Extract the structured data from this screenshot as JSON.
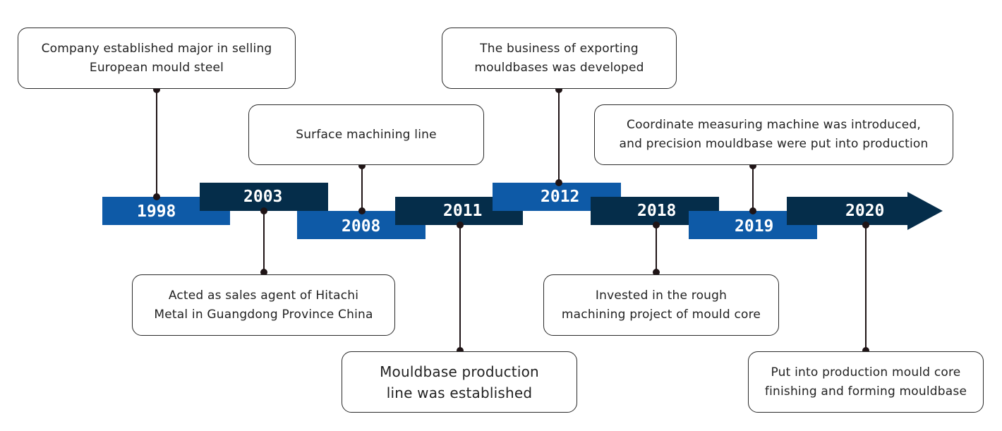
{
  "colors": {
    "blue": "#0e5aa7",
    "navy": "#052d4a",
    "fold": "#1d1d1d",
    "line": "#1f1416",
    "box_border": "#2a2a2a"
  },
  "timeline": {
    "years": [
      "1998",
      "2003",
      "2008",
      "2011",
      "2012",
      "2018",
      "2019",
      "2020"
    ]
  },
  "events": [
    {
      "year": "1998",
      "lines": [
        "Company established major in selling",
        "European mould steel"
      ]
    },
    {
      "year": "2003",
      "lines": [
        "Acted as sales agent of Hitachi",
        "Metal in Guangdong Province China"
      ]
    },
    {
      "year": "2008",
      "lines": [
        "Surface machining line"
      ]
    },
    {
      "year": "2011",
      "lines": [
        "Mouldbase production",
        "line was established"
      ]
    },
    {
      "year": "2012",
      "lines": [
        "The business of exporting",
        "mouldbases was developed"
      ]
    },
    {
      "year": "2018",
      "lines": [
        "Invested in the rough",
        "machining project of mould core"
      ]
    },
    {
      "year": "2019",
      "lines": [
        "Coordinate measuring machine was introduced,",
        "and precision mouldbase were put into production"
      ]
    },
    {
      "year": "2020",
      "lines": [
        "Put into production mould core",
        "finishing and forming mouldbase"
      ]
    }
  ]
}
